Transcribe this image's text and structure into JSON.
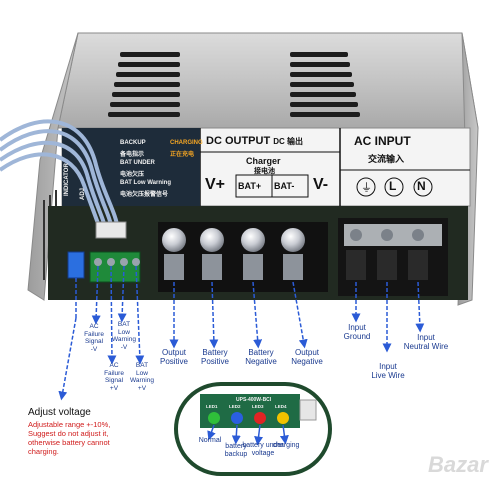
{
  "unit_labels": {
    "dc_output": "DC OUTPUT",
    "dc_output_cn": "DC 输出",
    "charger": "Charger",
    "charger_cn": "接电池",
    "v_plus": "V+",
    "v_minus": "V-",
    "bat_plus": "BAT+",
    "bat_minus": "BAT-",
    "ac_input": "AC INPUT",
    "ac_input_cn": "交流输入",
    "terminal_l": "L",
    "terminal_n": "N",
    "backup": "BACKUP",
    "backup_cn": "备电指示",
    "bat_under": "BAT UNDER",
    "bat_under_cn": "电池欠压",
    "bat_low_warning": "BAT Low Warning",
    "bat_low_warning_cn": "电池欠压报警信号",
    "charging": "CHARGING",
    "charging_cn": "正在充电",
    "indicator": "INDICATOR",
    "adj": "ADJ"
  },
  "callouts": {
    "ac_failure_neg": "AC\nFailure\nSignal\n-V",
    "ac_failure_pos": "AC\nFailure\nSignal\n+V",
    "bat_low_neg": "BAT\nLow\nWarning\n-V",
    "bat_low_pos": "BAT\nLow\nWarning\n+V",
    "output_positive": "Output\nPositive",
    "battery_positive": "Battery\nPositive",
    "battery_negative": "Battery\nNegative",
    "output_negative": "Output\nNegative",
    "input_ground": "Input\nGround",
    "input_live": "Input\nLive Wire",
    "input_neutral": "Input\nNeutral Wire"
  },
  "adjust": {
    "title": "Adjust voltage",
    "note_line1": "Adjustable range +-10%,",
    "note_line2": "Suggest do not adjust it,",
    "note_line3": "otherwise battery cannot",
    "note_line4": "charging."
  },
  "led_board": {
    "model": "UPS-400W-BCI",
    "led_names": [
      "LED1",
      "LED2",
      "LED3",
      "LED4"
    ],
    "led_colors": [
      "#2fbf3a",
      "#2a5fe0",
      "#e02424",
      "#f2c200"
    ],
    "normal": "Normal",
    "backup": "battery\nbackup",
    "under_voltage": "battery under\nvoltage",
    "charging": "charging"
  },
  "colors": {
    "callout_blue": "#1a3a8f",
    "arrow_blue": "#2b5bd6",
    "warning_red": "#d01c1c",
    "pcb_green": "#1f6b45"
  },
  "watermark": "Bazar"
}
